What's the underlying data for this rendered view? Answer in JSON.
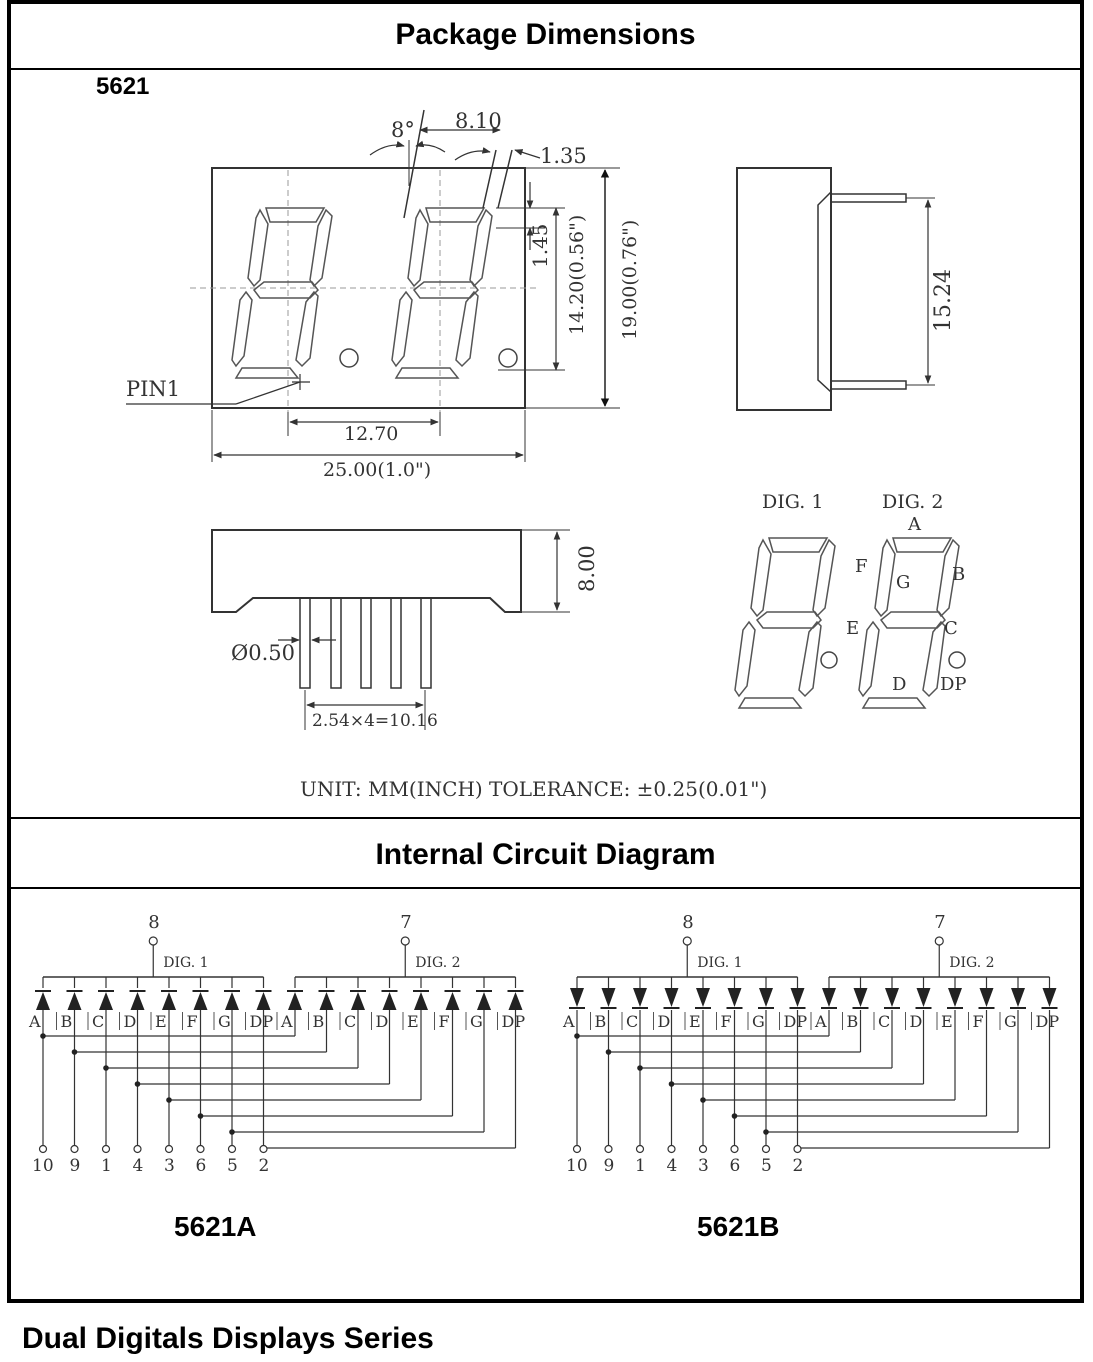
{
  "header_package": "Package Dimensions",
  "model": "5621",
  "dims": {
    "angle": "8°",
    "width_810": "8.10",
    "gap_135": "1.35",
    "seg_145": "1.45",
    "digit_h": "14.20(0.56\")",
    "total_h": "19.00(0.76\")",
    "pin1": "PIN1",
    "pitch_1270": "12.70",
    "total_w": "25.00(1.0\")",
    "side_h": "15.24",
    "depth": "8.00",
    "pin_dia": "Ø0.50",
    "pin_span": "2.54×4=10.16"
  },
  "digit_labels": {
    "dig1": "DIG. 1",
    "dig2": "DIG. 2"
  },
  "segments": {
    "a": "A",
    "b": "B",
    "c": "C",
    "d": "D",
    "e": "E",
    "f": "F",
    "g": "G",
    "dp": "DP"
  },
  "unit_note": "UNIT: MM(INCH)  TOLERANCE: ±0.25(0.01\")",
  "header_circuit": "Internal Circuit Diagram",
  "circuit": {
    "common_pins": [
      "8",
      "7"
    ],
    "seg_labels": [
      "A",
      "B",
      "C",
      "D",
      "E",
      "F",
      "G",
      "DP"
    ],
    "bottom_pins": [
      "10",
      "9",
      "1",
      "4",
      "3",
      "6",
      "5",
      "2"
    ],
    "variant_a": "5621A",
    "variant_b": "5621B"
  },
  "footer": "Dual Digitals Displays Series"
}
